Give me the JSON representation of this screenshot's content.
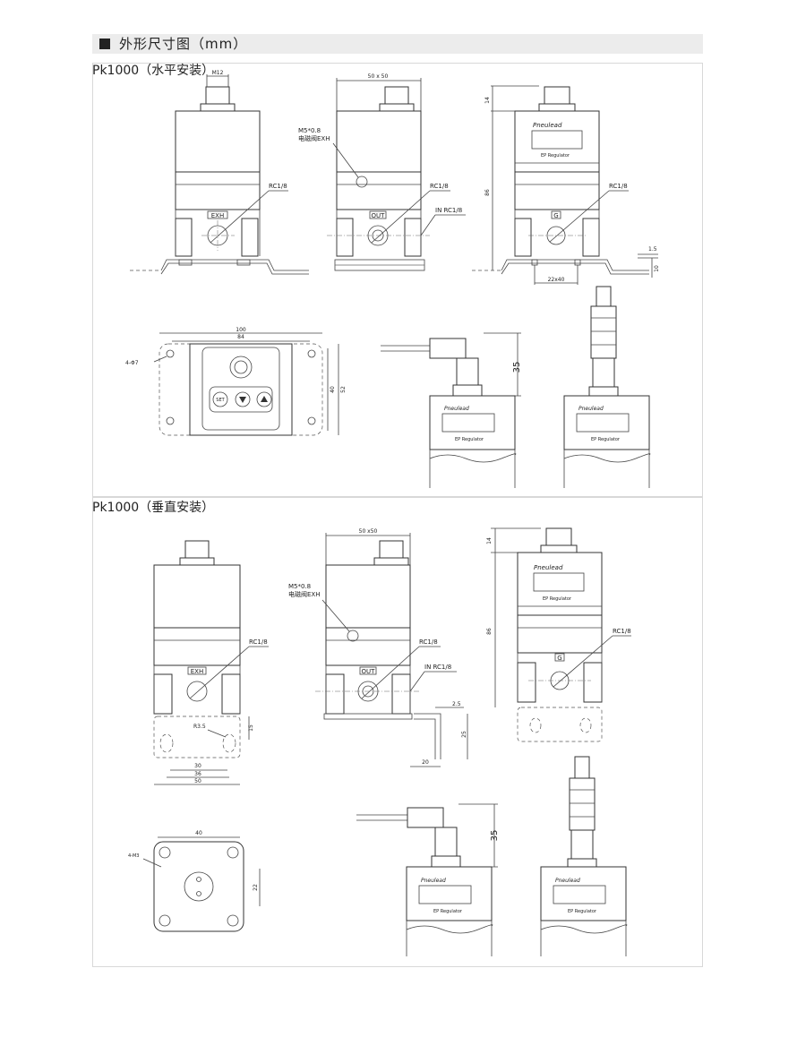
{
  "header": {
    "title": "外形尺寸图（mm）"
  },
  "sections": {
    "horizontal": {
      "label": "Pk1000（水平安装）"
    },
    "vertical": {
      "label": "Pk1000（垂直安装）"
    }
  },
  "labels": {
    "m12": "M12",
    "size_50x50": "50 x 50",
    "size_50x50_b": "50 x50",
    "m5": "M5*0.8",
    "solenoid_exh": "电磁阀EXH",
    "rc18": "RC1/8",
    "in_rc18": "IN  RC1/8",
    "exh": "EXH",
    "out": "OUT",
    "g": "G",
    "d14": "14",
    "d86": "86",
    "d15a": "1.5",
    "d10": "10",
    "d22x40": "22x40",
    "d100": "100",
    "d84": "84",
    "d40": "40",
    "d52": "52",
    "hole4": "4-Φ7",
    "d35": "35",
    "brand": "Pneulead",
    "product": "EP Regulator",
    "set": "SET",
    "r35": "R3.5",
    "d15": "15",
    "d30": "30",
    "d36": "36",
    "d50": "50",
    "d25a": "2.5",
    "d25": "25",
    "d20": "20",
    "m3": "4-M3",
    "d22": "22"
  }
}
